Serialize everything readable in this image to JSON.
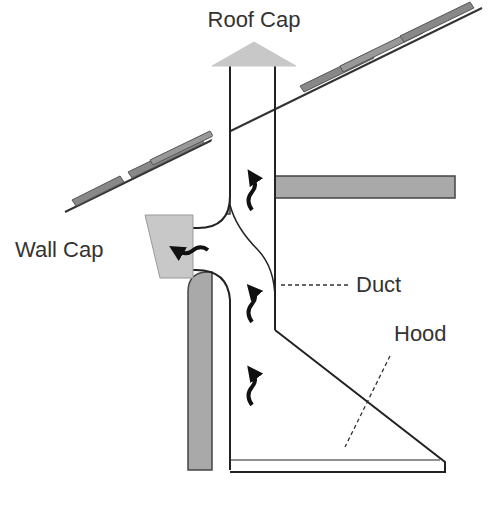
{
  "diagram": {
    "labels": [
      "Roof Cap",
      "Wall Cap",
      "Duct",
      "Hood"
    ]
  }
}
